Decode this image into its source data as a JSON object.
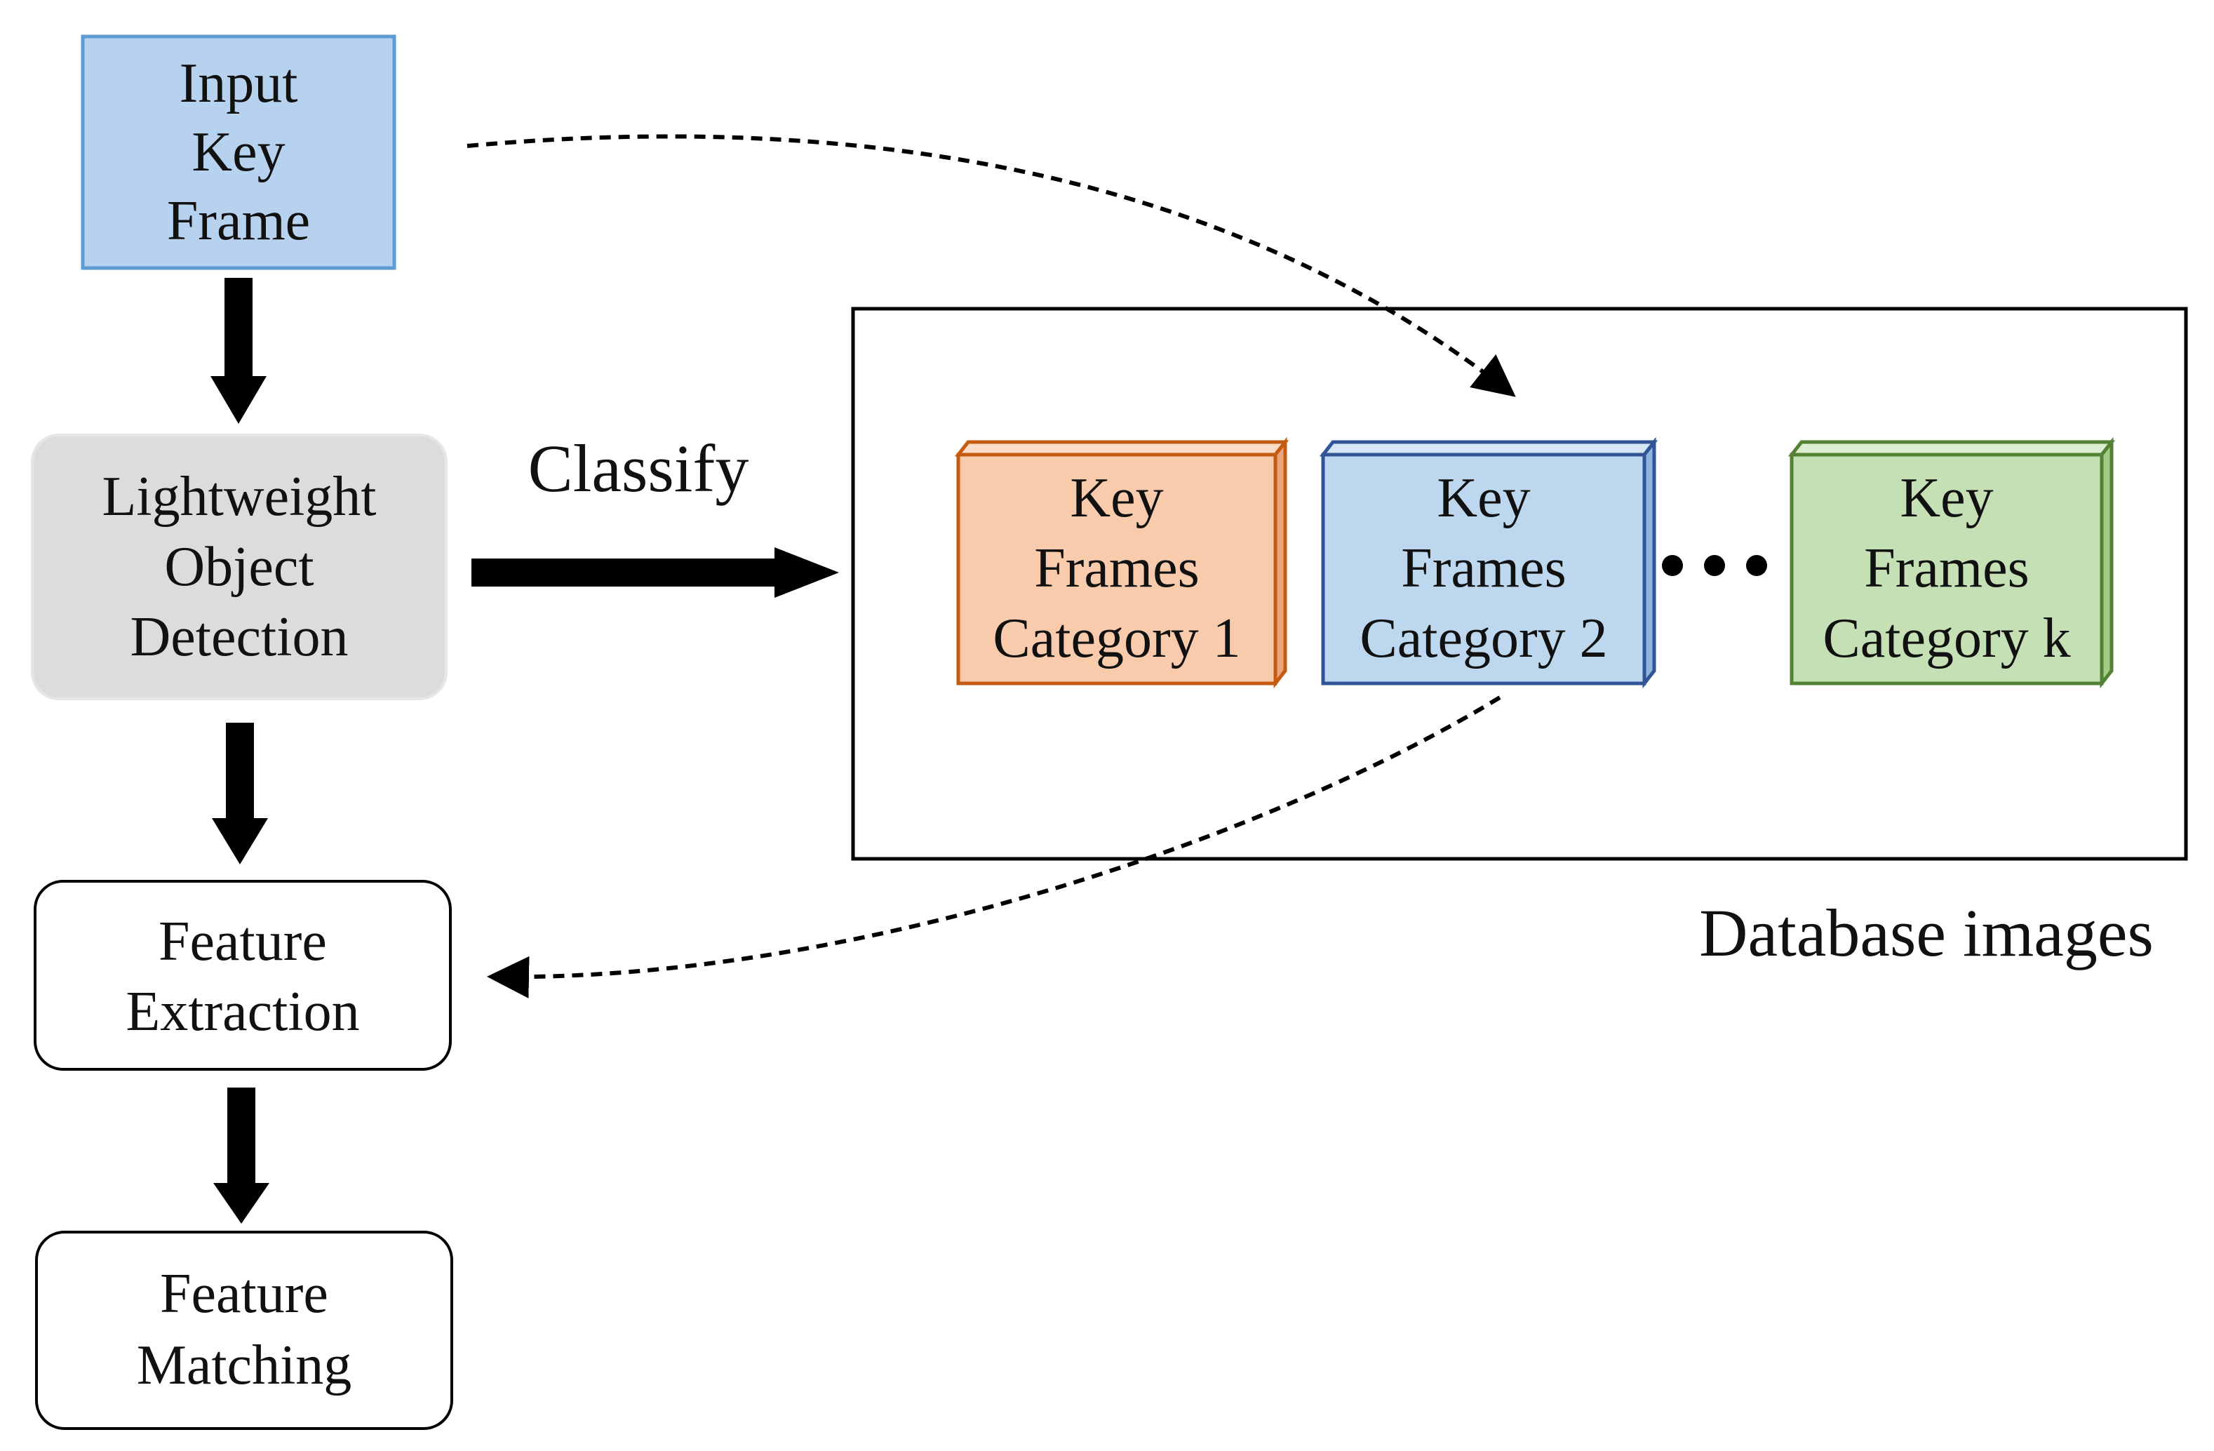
{
  "nodes": {
    "input": [
      "Input",
      "Key",
      "Frame"
    ],
    "detection": [
      "Lightweight",
      "Object",
      "Detection"
    ],
    "extraction": [
      "Feature",
      "Extraction"
    ],
    "matching": [
      "Feature",
      "Matching"
    ]
  },
  "edges": {
    "classify_label": "Classify"
  },
  "database": {
    "label": "Database images",
    "ellipsis": "• • •",
    "categories": [
      {
        "lines": [
          "Key",
          "Frames",
          "Category 1"
        ],
        "color": "orange"
      },
      {
        "lines": [
          "Key",
          "Frames",
          "Category 2"
        ],
        "color": "blue"
      },
      {
        "lines": [
          "Key",
          "Frames",
          "Category k"
        ],
        "color": "green"
      }
    ]
  },
  "colors": {
    "input_fill": "#b7d2ef",
    "input_stroke": "#5b9bd5",
    "detection_fill": "#dcdcdc",
    "orange_fill": "#f8cbad",
    "orange_stroke": "#c55a11",
    "blue_fill": "#bdd7ee",
    "blue_stroke": "#2f5597",
    "green_fill": "#c5e0b4",
    "green_stroke": "#548235"
  }
}
